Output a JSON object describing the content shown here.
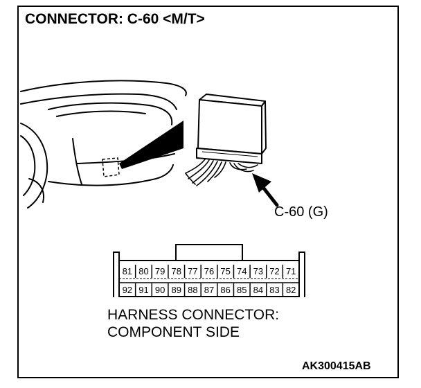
{
  "title": "CONNECTOR: C-60 <M/T>",
  "callout_label": "C-60 (G)",
  "connector": {
    "top_row": [
      "81",
      "80",
      "79",
      "78",
      "77",
      "76",
      "75",
      "74",
      "73",
      "72",
      "71"
    ],
    "bottom_row": [
      "92",
      "91",
      "90",
      "89",
      "88",
      "87",
      "86",
      "85",
      "84",
      "83",
      "82"
    ]
  },
  "caption": {
    "line1": "HARNESS CONNECTOR:",
    "line2": "COMPONENT SIDE"
  },
  "figure_code": "AK300415AB"
}
